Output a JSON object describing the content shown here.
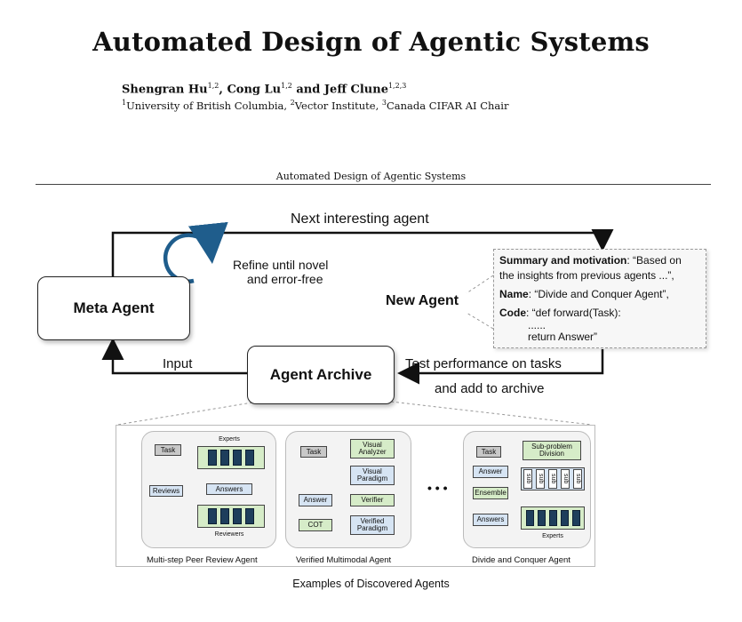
{
  "paper": {
    "title": "Automated Design of Agentic Systems",
    "authors": [
      {
        "name": "Shengran Hu",
        "sup": "1,2"
      },
      {
        "name": "Cong Lu",
        "sup": "1,2"
      },
      {
        "name": "Jeff Clune",
        "sup": "1,2,3"
      }
    ],
    "author_sep": ", ",
    "author_last_sep": " and ",
    "affiliations": [
      {
        "sup": "1",
        "name": "University of British Columbia"
      },
      {
        "sup": "2",
        "name": "Vector Institute"
      },
      {
        "sup": "3",
        "name": "Canada CIFAR AI Chair"
      }
    ],
    "running_header": "Automated Design of Agentic Systems"
  },
  "figure": {
    "meta_agent": "Meta Agent",
    "agent_archive": "Agent Archive",
    "new_agent": "New Agent",
    "next_interesting": "Next interesting agent",
    "refine_line1": "Refine until novel",
    "refine_line2": "and error-free",
    "input": "Input",
    "test_line1": "Test performance on tasks",
    "test_line2": "and add to archive",
    "code_box": {
      "summary_label": "Summary and motivation",
      "summary_text1": ": “Based on",
      "summary_text2": "the insights from previous agents ...”,",
      "name_label": "Name",
      "name_text": ": “Divide and Conquer Agent”,",
      "code_label": "Code",
      "code_text": ": “def forward(Task):",
      "dots": "......",
      "return_text": "return Answer”"
    },
    "examples_caption": "Examples of Discovered Agents",
    "ellipsis": "• • •",
    "example_agents": [
      {
        "caption": "Multi-step Peer Review Agent",
        "task": "Task",
        "experts": "Experts",
        "reviews": "Reviews",
        "answers": "Answers",
        "reviewers": "Reviewers"
      },
      {
        "caption": "Verified Multimodal Agent",
        "task": "Task",
        "visual_analyzer": "Visual Analyzer",
        "visual_paradigm": "Visual Paradigm",
        "verifier": "Verifier",
        "answer": "Answer",
        "cot": "COT",
        "verified_paradigm": "Verified Paradigm"
      },
      {
        "caption": "Divide and Conquer Agent",
        "task": "Task",
        "subproblem_division": "Sub-problem Division",
        "answer": "Answer",
        "ensemble": "Ensemble",
        "answers": "Answers",
        "experts": "Experts",
        "sub": "sub"
      }
    ]
  },
  "colors": {
    "arrow": "#111111",
    "refine_arrow": "#1f5d8c",
    "green_box": "#d6ecc8",
    "blue_box": "#d6e4f3",
    "gray_box": "#c8c8c8",
    "expert_bar": "#1e3e5c"
  }
}
